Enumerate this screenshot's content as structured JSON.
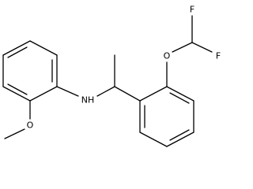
{
  "molecule": {
    "atoms": {
      "nh": "NH",
      "o_methoxy": "O",
      "o_ether": "O",
      "f_top": "F",
      "f_right": "F"
    }
  }
}
